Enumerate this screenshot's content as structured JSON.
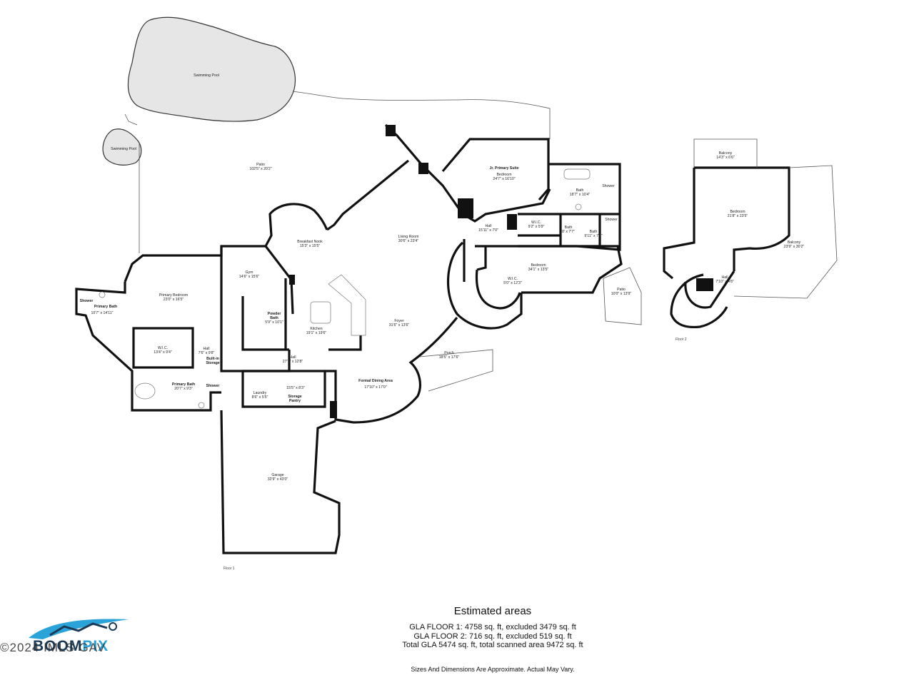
{
  "rooms_floor1": {
    "swimming_pool_large": "Swimming Pool",
    "swimming_pool_small": "Swimming Pool",
    "patio_name": "Patio",
    "patio_dim": "102'5\" x 20'2\"",
    "jr_suite_name": "Jr. Primary Suite",
    "jr_bedroom_name": "Bedroom",
    "jr_bedroom_dim": "24'7\" x 16'10\"",
    "jr_bath_name": "Bath",
    "jr_bath_dim": "18'7\" x 10'4\"",
    "jr_shower_name": "Shower",
    "wic1_name": "W.I.C.",
    "wic1_dim": "9'2\" x 5'9\"",
    "bath_small_name": "Bath",
    "bath_small_dim": "8' x 7'7\"",
    "bath_b_name": "Bath",
    "bath_b_dim": "9'11\" x 7'0\"",
    "shower_b_name": "Shower",
    "hall_upper_name": "Hall",
    "hall_upper_dim": "15'11\" x 7'0\"",
    "living_name": "Living Room",
    "living_dim": "30'6\" x 23'4\"",
    "breakfast_name": "Breakfast Nook",
    "breakfast_dim": "15'3\" x 15'5\"",
    "gym_name": "Gym",
    "gym_dim": "14'6\" x 15'6\"",
    "primary_bed_name": "Primary Bedroom",
    "primary_bed_dim": "23'0\" x 16'5\"",
    "primary_bath_top_name": "Primary Bath",
    "primary_bath_top_dim": "10'7\" x 14'11\"",
    "shower_left_name": "Shower",
    "wic_primary_name": "W.I.C.",
    "wic_primary_dim": "13'4\" x 9'4\"",
    "hall_small_name": "Hall",
    "hall_small_dim": "7'6\" x 9'8\"",
    "builtin_name": "Built-in",
    "builtin_sub": "Storage",
    "primary_bath_bot_name": "Primary Bath",
    "primary_bath_bot_dim": "20'7\" x 9'3\"",
    "shower_bot_name": "Shower",
    "powder_name": "Powder",
    "powder_sub": "Bath",
    "powder_dim": "5'9\" x 10'1\"",
    "kitchen_name": "Kitchen",
    "kitchen_dim": "19'1\" x 19'6\"",
    "foyer_name": "Foyer",
    "foyer_dim": "31'6\" x 13'6\"",
    "hall_main_name": "Hall",
    "hall_main_dim": "27'7\" x 12'8\"",
    "laundry_name": "Laundry",
    "laundry_dim": "8'6\" x 5'5\"",
    "laundry_area_dim": "15'5\" x 8'3\"",
    "storage_pantry_name": "Storage",
    "storage_pantry_sub": "Pantry",
    "dining_name": "Formal Dining Area",
    "dining_dim": "17'10\" x 17'0\"",
    "porch_name": "Porch",
    "porch_dim": "18'5\" x 17'6\"",
    "bedroom_right_name": "Bedroom",
    "bedroom_right_dim": "34'1\" x 13'5\"",
    "wic_right_name": "W.I.C.",
    "wic_right_dim": "5'0\" x 12'3\"",
    "patio_small_name": "Patio",
    "patio_small_dim": "10'0\" x 13'9\"",
    "garage_name": "Garage",
    "garage_dim": "32'9\" x 43'0\"",
    "floor1_label": "Floor 1"
  },
  "rooms_floor2": {
    "balcony_top_name": "Balcony",
    "balcony_top_dim": "14'3\" x 6'6\"",
    "bedroom_name": "Bedroom",
    "bedroom_dim": "21'8\" x 23'5\"",
    "balcony_right_name": "Balcony",
    "balcony_right_dim": "23'9\" x 30'2\"",
    "hall_name": "Hall",
    "hall_dim": "7'10\" x 4'8\"",
    "floor2_label": "Floor 2"
  },
  "summary": {
    "heading": "Estimated areas",
    "line1": "GLA FLOOR 1: 4758 sq. ft, excluded 3479 sq. ft",
    "line2": "GLA FLOOR 2: 716 sq. ft, excluded 519 sq. ft",
    "line3": "Total GLA 5474 sq. ft, total scanned area 9472 sq. ft",
    "disclaimer": "Sizes And Dimensions Are Approximate. Actual May Vary."
  },
  "branding": {
    "logo_part1": "BOOM",
    "logo_part2": "PIX",
    "watermark": "©2024 IMLS GAV"
  }
}
